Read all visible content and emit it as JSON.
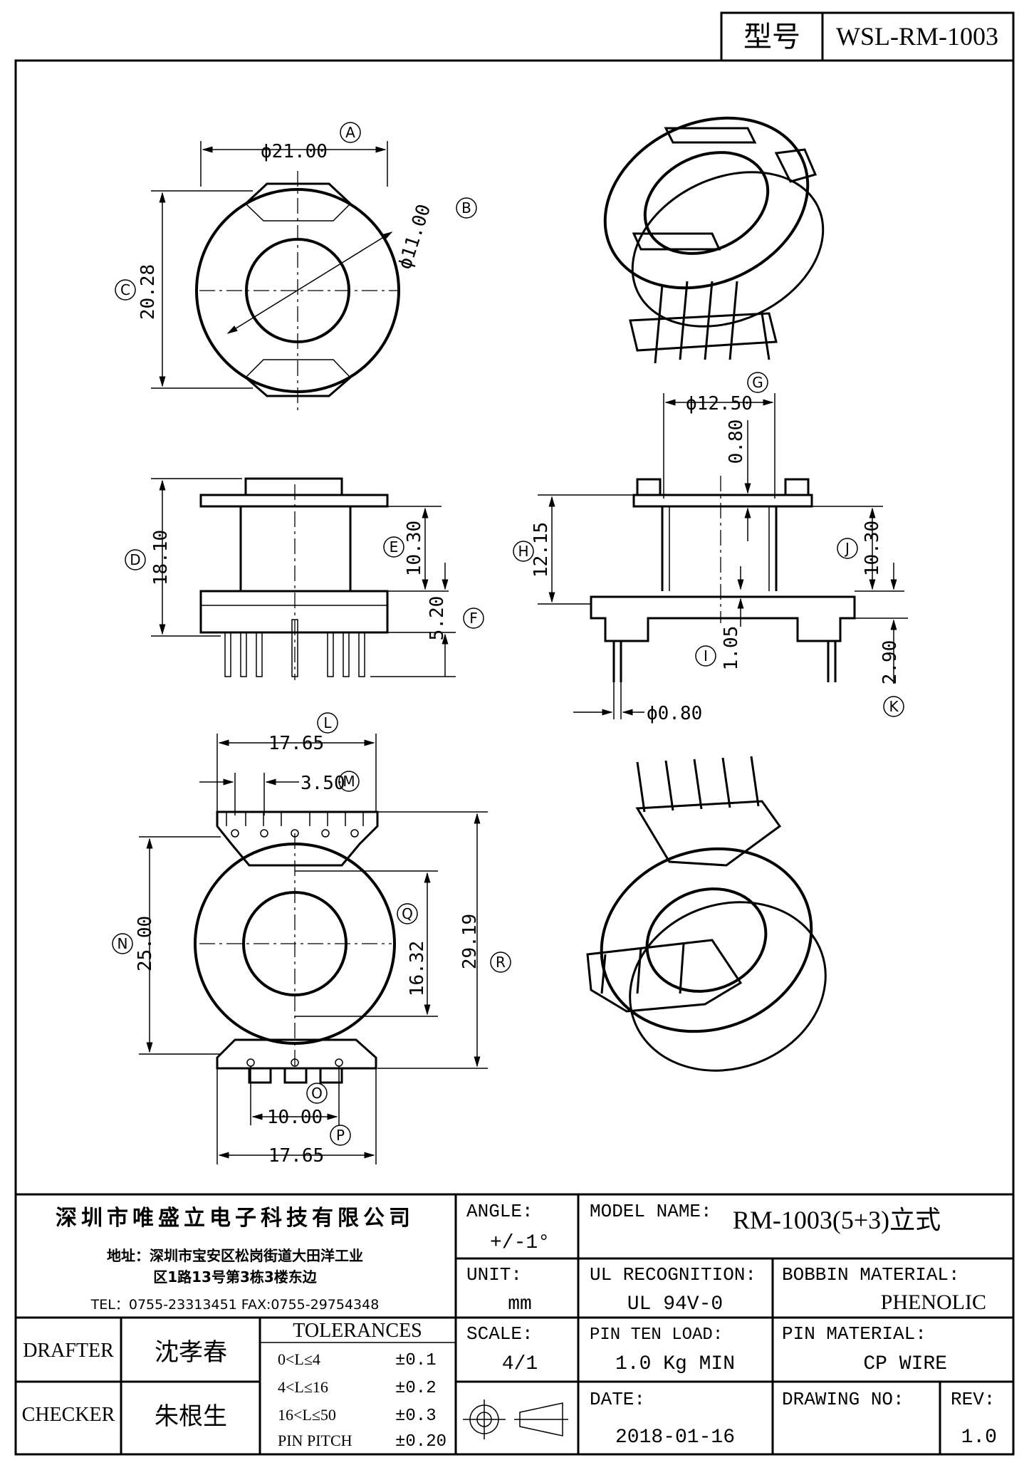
{
  "header": {
    "model_label": "型号",
    "model_value": "WSL-RM-1003"
  },
  "dimensions": {
    "A": {
      "tag": "A",
      "value": "ϕ21.00"
    },
    "B": {
      "tag": "B",
      "value": "ϕ11.00"
    },
    "C": {
      "tag": "C",
      "value": "20.28"
    },
    "D": {
      "tag": "D",
      "value": "18.10"
    },
    "E": {
      "tag": "E",
      "value": "10.30"
    },
    "F": {
      "tag": "F",
      "value": "5.20"
    },
    "G": {
      "tag": "G",
      "value": "ϕ12.50"
    },
    "G2": {
      "value": "0.80"
    },
    "H": {
      "tag": "H",
      "value": "12.15"
    },
    "J": {
      "tag": "J",
      "value": "10.30"
    },
    "I": {
      "tag": "I",
      "value": "1.05"
    },
    "K": {
      "tag": "K",
      "value": "2.90"
    },
    "pin_dia": {
      "value": "ϕ0.80"
    },
    "L": {
      "tag": "L",
      "value": "17.65"
    },
    "M": {
      "tag": "M",
      "value": "3.50"
    },
    "N": {
      "tag": "N",
      "value": "25.00"
    },
    "Q": {
      "tag": "Q",
      "value": "16.32"
    },
    "R": {
      "tag": "R",
      "value": "29.19"
    },
    "O": {
      "tag": "O",
      "value": "10.00"
    },
    "P": {
      "tag": "P",
      "value": "17.65"
    }
  },
  "title_block": {
    "company": "深圳市唯盛立电子科技有限公司",
    "address_line1": "地址：深圳市宝安区松岗街道大田洋工业",
    "address_line2": "区1路13号第3栋3楼东边",
    "contact": "TEL：0755-23313451   FAX:0755-29754348",
    "angle_label": "ANGLE:",
    "angle_value": "+/-1°",
    "model_name_label": "MODEL NAME:",
    "model_name_value": "RM-1003(5+3)立式",
    "unit_label": "UNIT:",
    "unit_value": "mm",
    "ul_label": "UL RECOGNITION:",
    "ul_value": "UL 94V-0",
    "bobbin_label": "BOBBIN MATERIAL:",
    "bobbin_value": "PHENOLIC",
    "drafter_label": "DRAFTER",
    "drafter_value": "沈孝春",
    "tolerances_label": "TOLERANCES",
    "tolerances": [
      {
        "range": "0<L≤4",
        "value": "±0.1"
      },
      {
        "range": "4<L≤16",
        "value": "±0.2"
      },
      {
        "range": "16<L≤50",
        "value": "±0.3"
      },
      {
        "range": "PIN PITCH",
        "value": "±0.20"
      }
    ],
    "scale_label": "SCALE:",
    "scale_value": "4/1",
    "pin_load_label": "PIN TEN LOAD:",
    "pin_load_value": "1.0 Kg MIN",
    "pin_material_label": "PIN MATERIAL:",
    "pin_material_value": "CP WIRE",
    "checker_label": "CHECKER",
    "checker_value": "朱根生",
    "date_label": "DATE:",
    "date_value": "2018-01-16",
    "drawing_no_label": "DRAWING NO:",
    "drawing_no_value": "",
    "rev_label": "REV:",
    "rev_value": "1.0"
  }
}
